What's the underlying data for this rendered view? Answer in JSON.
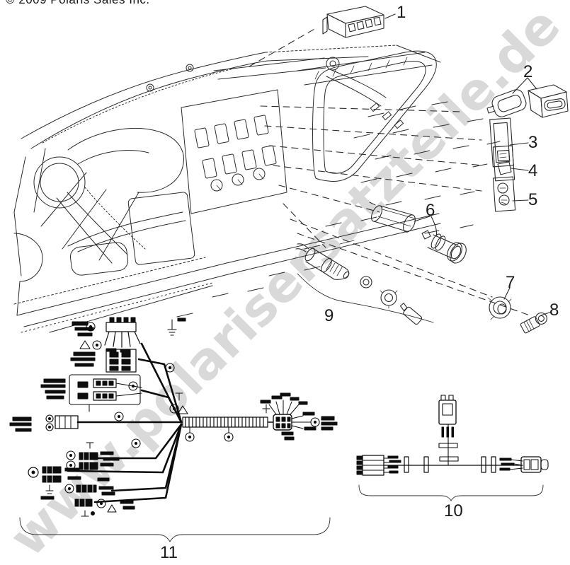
{
  "page": {
    "background": "#ffffff",
    "ink": "#2b2b2b",
    "harness_ink": "#0d0d0d",
    "watermark_color": "#d9d9d9"
  },
  "header": {
    "copyright": "© 2009 Polaris Sales Inc."
  },
  "watermark": {
    "text": "www.polarisersatzteile.de"
  },
  "callouts": [
    {
      "ref": "1"
    },
    {
      "ref": "2"
    },
    {
      "ref": "3"
    },
    {
      "ref": "4"
    },
    {
      "ref": "5"
    },
    {
      "ref": "6"
    },
    {
      "ref": "7"
    },
    {
      "ref": "8"
    },
    {
      "ref": "9"
    },
    {
      "ref": "10"
    },
    {
      "ref": "11"
    }
  ]
}
